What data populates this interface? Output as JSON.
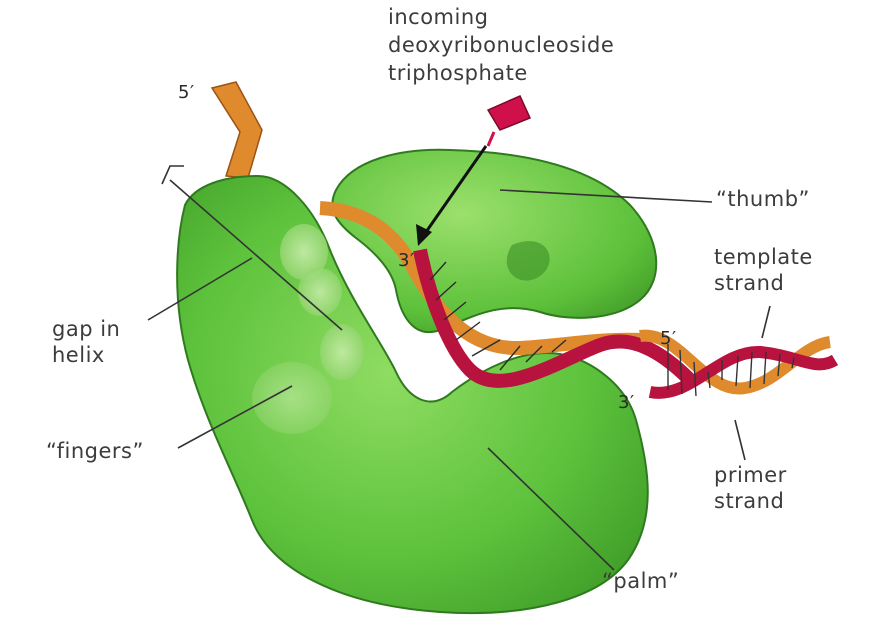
{
  "labels": {
    "incoming_line1": "incoming",
    "incoming_line2": "deoxyribonucleoside",
    "incoming_line3": "triphosphate",
    "five_prime_top": "5′",
    "three_prime_inner": "3′",
    "thumb": "“thumb”",
    "template_line1": "template",
    "template_line2": "strand",
    "five_prime_right": "5′",
    "three_prime_right": "3′",
    "gap_line1": "gap in",
    "gap_line2": "helix",
    "fingers": "“fingers”",
    "primer_line1": "primer",
    "primer_line2": "strand",
    "palm": "“palm”"
  },
  "colors": {
    "protein": "#5dc23c",
    "protein_dark": "#3e9a2a",
    "protein_light": "#a6e07e",
    "template_strand": "#e08a2e",
    "primer_strand": "#b8123e",
    "nucleotide": "#d0104a",
    "leader": "#333333"
  }
}
